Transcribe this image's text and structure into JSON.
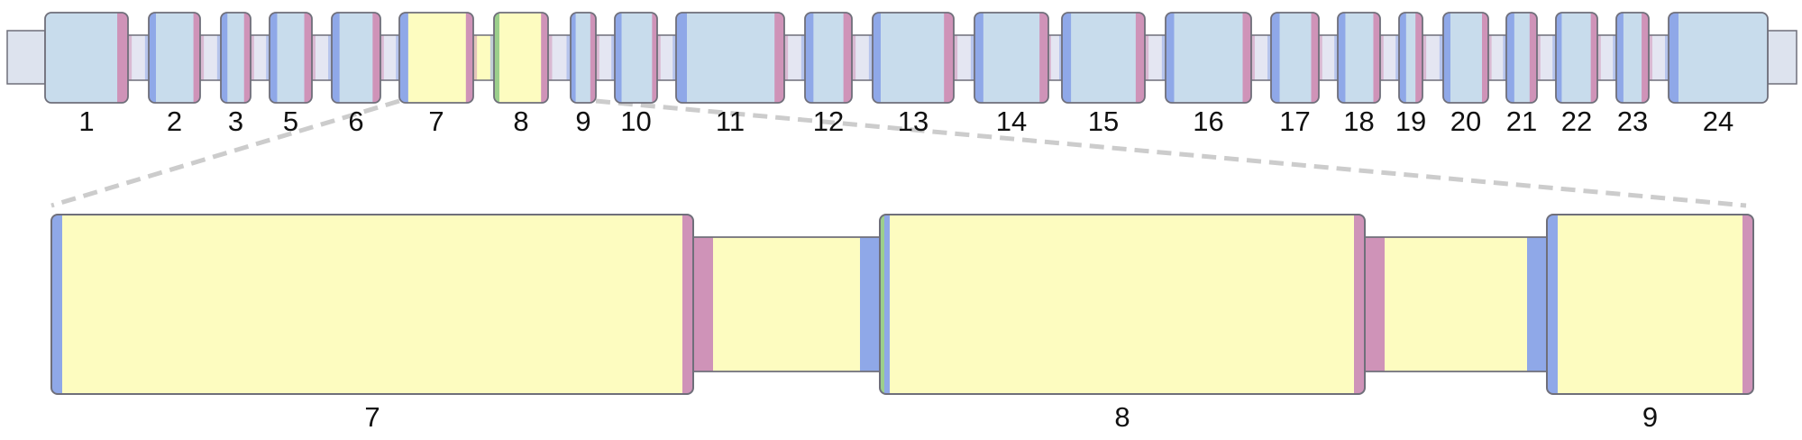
{
  "colors": {
    "exon_fill": "#c8dcec",
    "exon_stroke": "#6f6f7a",
    "highlight_fill": "#fdfcc0",
    "intron_light": "#e4e6f2",
    "intron_fill_zoom": "#fdfcc0",
    "blue_band": "#8fa8e8",
    "pink_band": "#cf93b8",
    "green_band": "#9ccf8c",
    "dash": "#cccccc",
    "label": "#111111"
  },
  "overview": {
    "exons": [
      {
        "label": "1",
        "highlight": false
      },
      {
        "label": "2",
        "highlight": false
      },
      {
        "label": "3",
        "highlight": false
      },
      {
        "label": "5",
        "highlight": false
      },
      {
        "label": "6",
        "highlight": false
      },
      {
        "label": "7",
        "highlight": true
      },
      {
        "label": "8",
        "highlight": true
      },
      {
        "label": "9",
        "highlight": false
      },
      {
        "label": "10",
        "highlight": false
      },
      {
        "label": "11",
        "highlight": false
      },
      {
        "label": "12",
        "highlight": false
      },
      {
        "label": "13",
        "highlight": false
      },
      {
        "label": "14",
        "highlight": false
      },
      {
        "label": "15",
        "highlight": false
      },
      {
        "label": "16",
        "highlight": false
      },
      {
        "label": "17",
        "highlight": false
      },
      {
        "label": "18",
        "highlight": false
      },
      {
        "label": "19",
        "highlight": false
      },
      {
        "label": "20",
        "highlight": false
      },
      {
        "label": "21",
        "highlight": false
      },
      {
        "label": "22",
        "highlight": false
      },
      {
        "label": "23",
        "highlight": false
      },
      {
        "label": "24",
        "highlight": false
      }
    ]
  },
  "zoom": {
    "exons": [
      {
        "label": "7"
      },
      {
        "label": "8"
      },
      {
        "label": "9"
      }
    ]
  }
}
